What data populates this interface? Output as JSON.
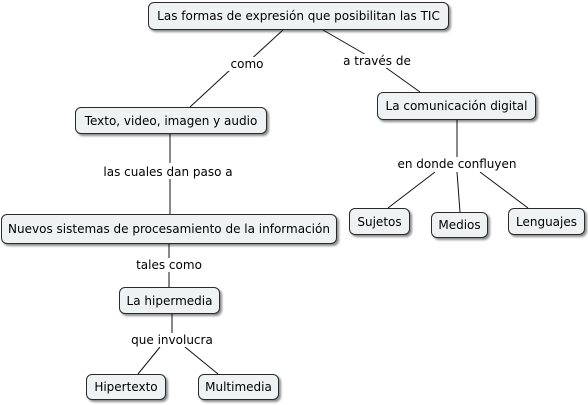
{
  "concepts": {
    "root": "Las formas de expresión que posibilitan las TIC",
    "texto": "Texto, video, imagen y audio",
    "comunicacion": "La comunicación digital",
    "nuevos": "Nuevos sistemas de procesamiento de la información",
    "sujetos": "Sujetos",
    "medios": "Medios",
    "lenguajes": "Lenguajes",
    "hipermedia": "La hipermedia",
    "hipertexto": "Hipertexto",
    "multimedia": "Multimedia"
  },
  "links": {
    "como": "como",
    "atraves": "a través de",
    "cuales": "las cuales dan paso a",
    "confluyen": "en donde confluyen",
    "tales": "tales como",
    "involucra": "que involucra"
  }
}
